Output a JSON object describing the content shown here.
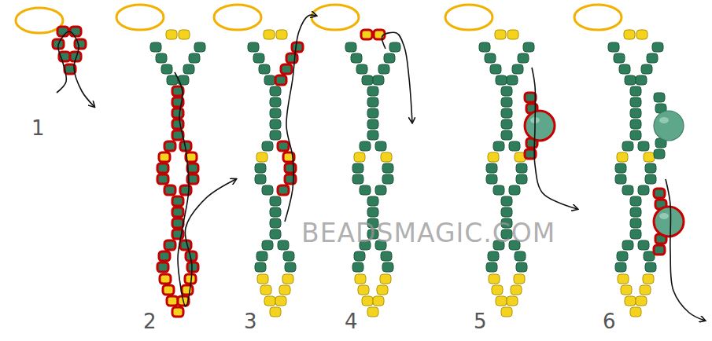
{
  "diagram": {
    "labels": [
      "1",
      "2",
      "3",
      "4",
      "5",
      "6",
      "BEADSMAGIC.COM"
    ]
  }
}
